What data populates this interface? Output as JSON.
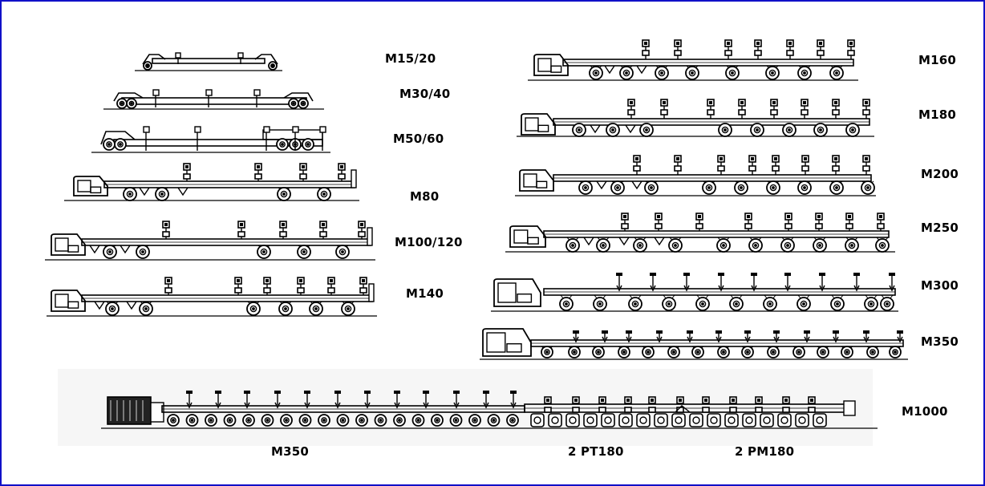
{
  "diagram": {
    "border_color": "#1010c8",
    "models_left": [
      {
        "id": "m15",
        "label": "M15/20"
      },
      {
        "id": "m30",
        "label": "M30/40"
      },
      {
        "id": "m50",
        "label": "M50/60"
      },
      {
        "id": "m80",
        "label": "M80"
      },
      {
        "id": "m100",
        "label": "M100/120"
      },
      {
        "id": "m140",
        "label": "M140"
      }
    ],
    "models_right": [
      {
        "id": "m160",
        "label": "M160"
      },
      {
        "id": "m180",
        "label": "M180"
      },
      {
        "id": "m200",
        "label": "M200"
      },
      {
        "id": "m250",
        "label": "M250"
      },
      {
        "id": "m300",
        "label": "M300"
      },
      {
        "id": "m350",
        "label": "M350"
      }
    ],
    "combo": {
      "label": "M1000",
      "parts": [
        {
          "id": "m350part",
          "label": "M350"
        },
        {
          "id": "pt180",
          "label": "2 PT180"
        },
        {
          "id": "pm180",
          "label": "2 PM180"
        }
      ]
    }
  }
}
